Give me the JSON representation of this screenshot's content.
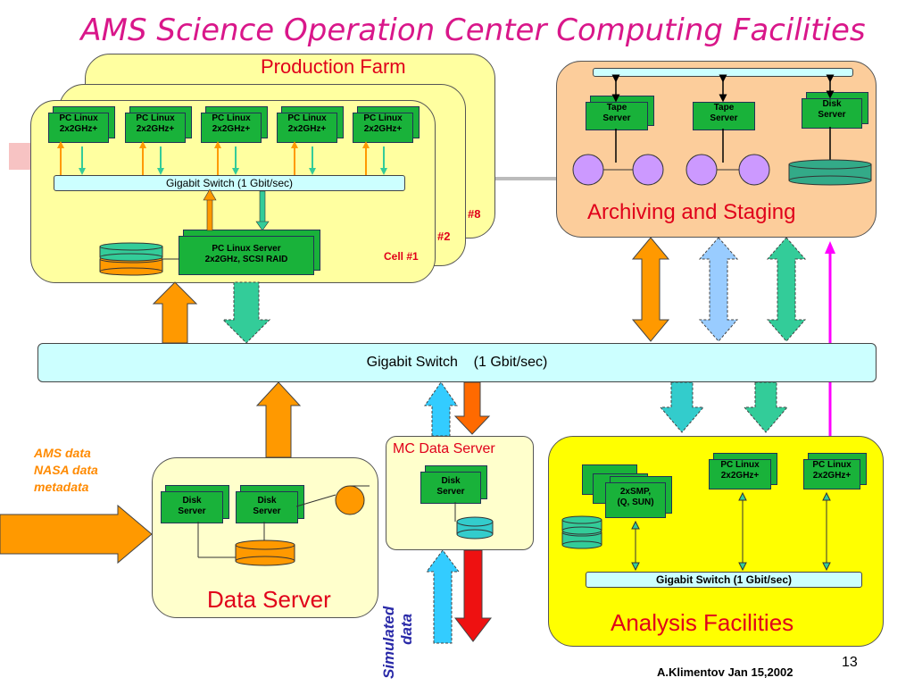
{
  "title": "AMS Science Operation Center Computing Facilities",
  "production_farm": {
    "label": "Production Farm",
    "cell_labels": [
      "#8",
      "#2",
      "Cell #1"
    ],
    "nodes": [
      {
        "line1": "PC Linux",
        "line2": "2x2GHz+"
      },
      {
        "line1": "PC Linux",
        "line2": "2x2GHz+"
      },
      {
        "line1": "PC Linux",
        "line2": "2x2GHz+"
      },
      {
        "line1": "PC Linux",
        "line2": "2x2GHz+"
      },
      {
        "line1": "PC Linux",
        "line2": "2x2GHz+"
      }
    ],
    "switch_label": "Gigabit Switch  (1 Gbit/sec)",
    "server": {
      "line1": "PC Linux Server",
      "line2": "2x2GHz, SCSI RAID"
    }
  },
  "archiving": {
    "label": "Archiving and Staging",
    "servers": [
      {
        "line1": "Tape",
        "line2": "Server"
      },
      {
        "line1": "Tape",
        "line2": "Server"
      },
      {
        "line1": "Disk",
        "line2": "Server"
      }
    ]
  },
  "main_switch": "Gigabit Switch    (1 Gbit/sec)",
  "inputs": {
    "line1": "AMS data",
    "line2": "NASA data",
    "line3": "metadata"
  },
  "data_server": {
    "label": "Data Server",
    "servers": [
      {
        "line1": "Disk",
        "line2": "Server"
      },
      {
        "line1": "Disk",
        "line2": "Server"
      }
    ]
  },
  "mc_server": {
    "label": "MC Data Server",
    "server": {
      "line1": "Disk",
      "line2": "Server"
    }
  },
  "simulated": {
    "line1": "Simulated",
    "line2": "data"
  },
  "analysis": {
    "label": "Analysis Facilities",
    "smp": {
      "line1": "2xSMP,",
      "line2": "(Q, SUN)"
    },
    "nodes": [
      {
        "line1": "PC Linux",
        "line2": "2x2GHz+"
      },
      {
        "line1": "PC Linux",
        "line2": "2x2GHz+"
      }
    ],
    "switch_label": "Gigabit Switch  (1 Gbit/sec)"
  },
  "footer": {
    "author": "A.Klimentov Jan 15,2002",
    "page": "13"
  }
}
